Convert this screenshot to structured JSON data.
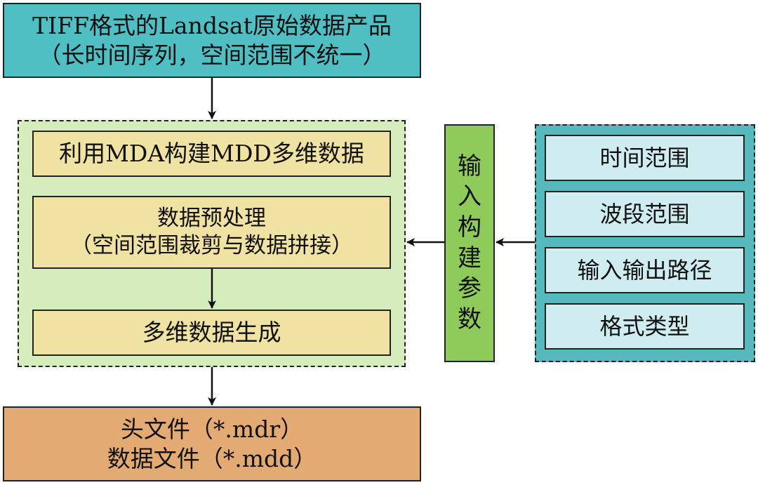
{
  "source": {
    "line1": "TIFF格式的Landsat原始数据产品",
    "line2": "（长时间序列，空间范围不统一）"
  },
  "process": {
    "step1": "利用MDA构建MDD多维数据",
    "step2_line1": "数据预处理",
    "step2_line2": "（空间范围裁剪与数据拼接）",
    "step3": "多维数据生成"
  },
  "params_label": [
    "输",
    "入",
    "构",
    "建",
    "参",
    "数"
  ],
  "params": [
    "时间范围",
    "波段范围",
    "输入输出路径",
    "格式类型"
  ],
  "output": {
    "line1": "头文件（*.mdr）",
    "line2": "数据文件（*.mdd）"
  },
  "colors": {
    "source_fill": "#4fbfc4",
    "group_fill": "#d5edbd",
    "step_fill": "#efe2a3",
    "label_fill": "#8ecb5a",
    "param_group_fill": "#55b9bd",
    "param_fill": "#cfedf0",
    "output_fill": "#e3ab73"
  }
}
